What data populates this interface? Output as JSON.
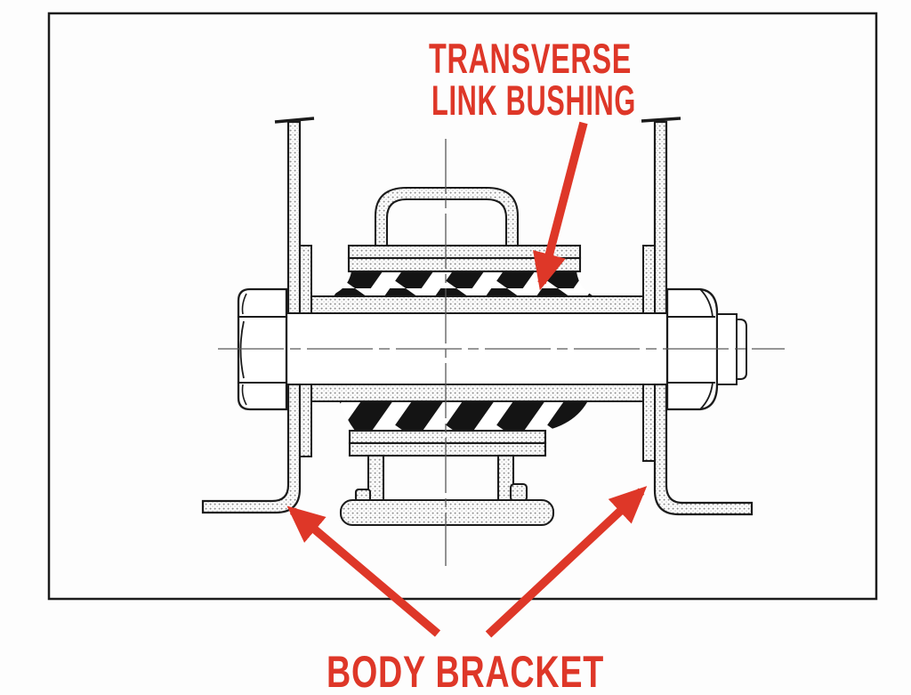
{
  "annotations": {
    "bushing_label_line1": "TRANSVERSE",
    "bushing_label_line2": "LINK BUSHING",
    "bracket_label": "BODY BRACKET"
  },
  "colors": {
    "annotation_red": "#de3728",
    "line_black": "#1b1b1b"
  }
}
